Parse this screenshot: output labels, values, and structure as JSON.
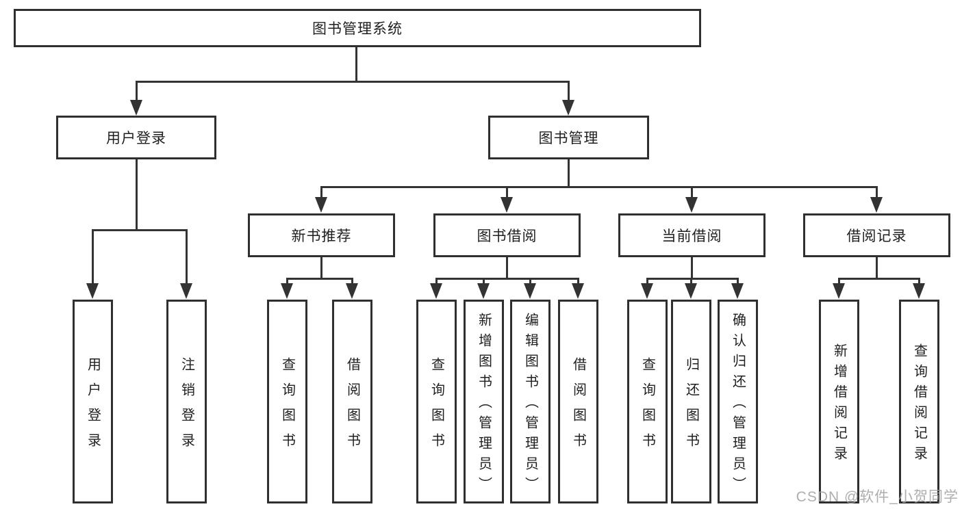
{
  "diagram": {
    "root": {
      "label": "图书管理系统"
    },
    "children": [
      {
        "label": "用户登录",
        "children": [
          {
            "label": "用户登录"
          },
          {
            "label": "注销登录"
          }
        ]
      },
      {
        "label": "图书管理",
        "children": [
          {
            "label": "新书推荐",
            "children": [
              {
                "label": "查询图书"
              },
              {
                "label": "借阅图书"
              }
            ]
          },
          {
            "label": "图书借阅",
            "children": [
              {
                "label": "查询图书"
              },
              {
                "label": "新增图书（管理员）"
              },
              {
                "label": "编辑图书（管理员）"
              },
              {
                "label": "借阅图书"
              }
            ]
          },
          {
            "label": "当前借阅",
            "children": [
              {
                "label": "查询图书"
              },
              {
                "label": "归还图书"
              },
              {
                "label": "确认归还（管理员）"
              }
            ]
          },
          {
            "label": "借阅记录",
            "children": [
              {
                "label": "新增借阅记录"
              },
              {
                "label": "查询借阅记录"
              }
            ]
          }
        ]
      }
    ]
  },
  "colors": {
    "line": "#333333",
    "box_border": "#2f2f2f",
    "text": "#1f1f1f",
    "background": "#ffffff",
    "watermark": "#a0a0a0"
  },
  "watermark": {
    "text": "CSDN @软件_小贺同学"
  }
}
